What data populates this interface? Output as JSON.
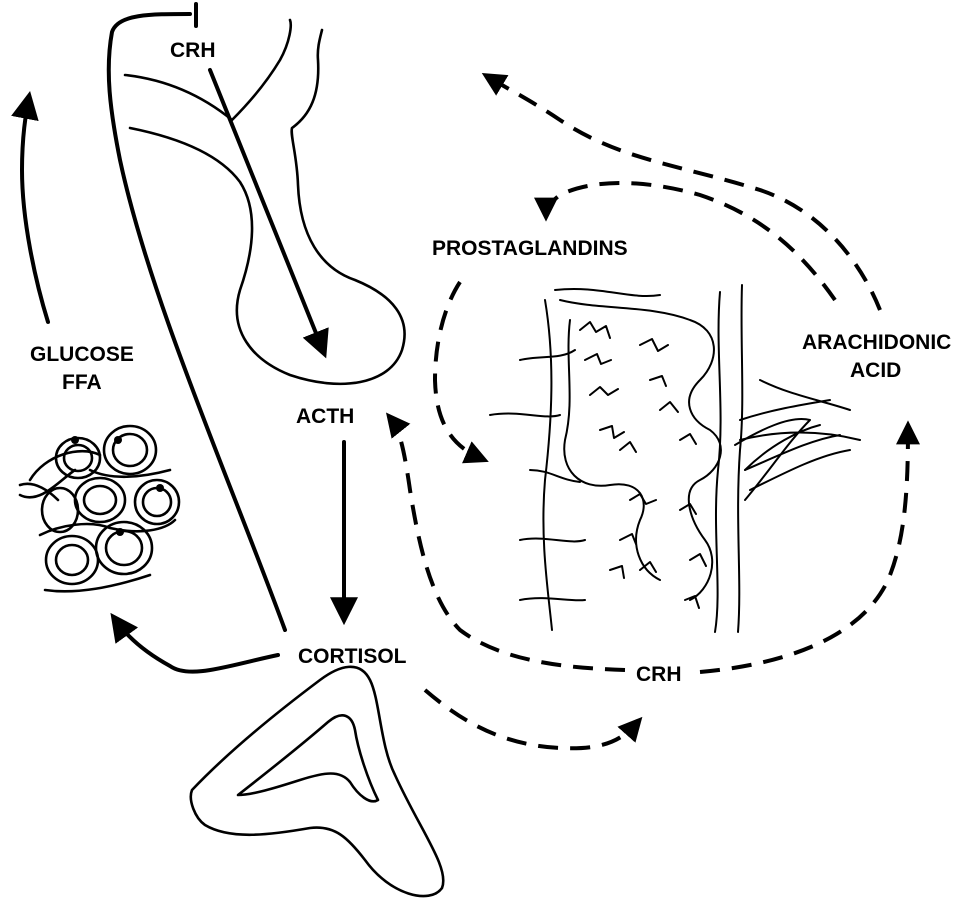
{
  "labels": {
    "crh_top": "CRH",
    "acth": "ACTH",
    "cortisol": "CORTISOL",
    "glucose": "GLUCOSE",
    "ffa": "FFA",
    "prostaglandins": "PROSTAGLANDINS",
    "arachidonic": "ARACHIDONIC",
    "acid": "ACID",
    "crh_bottom": "CRH"
  },
  "colors": {
    "ink": "#000000",
    "background": "#ffffff"
  }
}
